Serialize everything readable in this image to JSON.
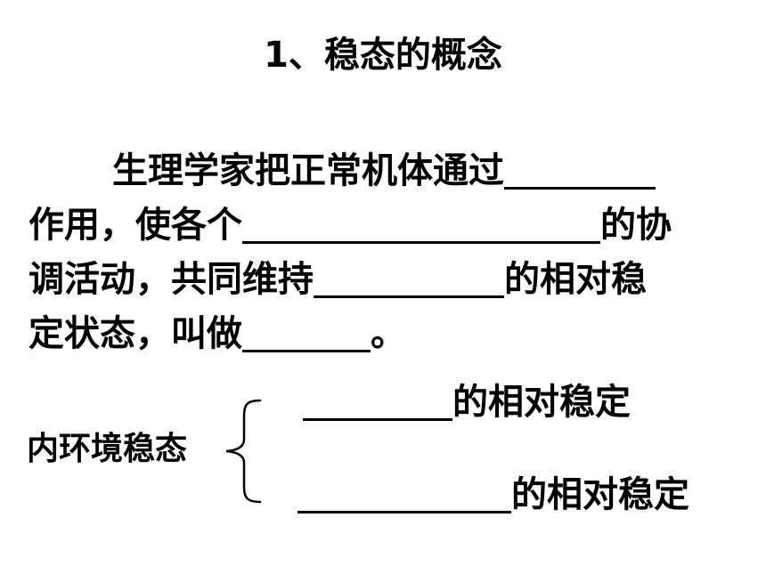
{
  "slide": {
    "title": "1、稳态的概念",
    "paragraph": {
      "line1_text": "生理学家把正常机体通过",
      "line2_a": "作用，使各个",
      "line2_b": "的协",
      "line3_a": "调活动，共同维持",
      "line3_b": "的相对稳",
      "line4_a": "定状态，叫做",
      "line4_b": "。"
    },
    "homeostasis": {
      "label": "内环境稳态",
      "item1_suffix": "的相对稳定",
      "item2_suffix": "的相对稳定"
    }
  }
}
